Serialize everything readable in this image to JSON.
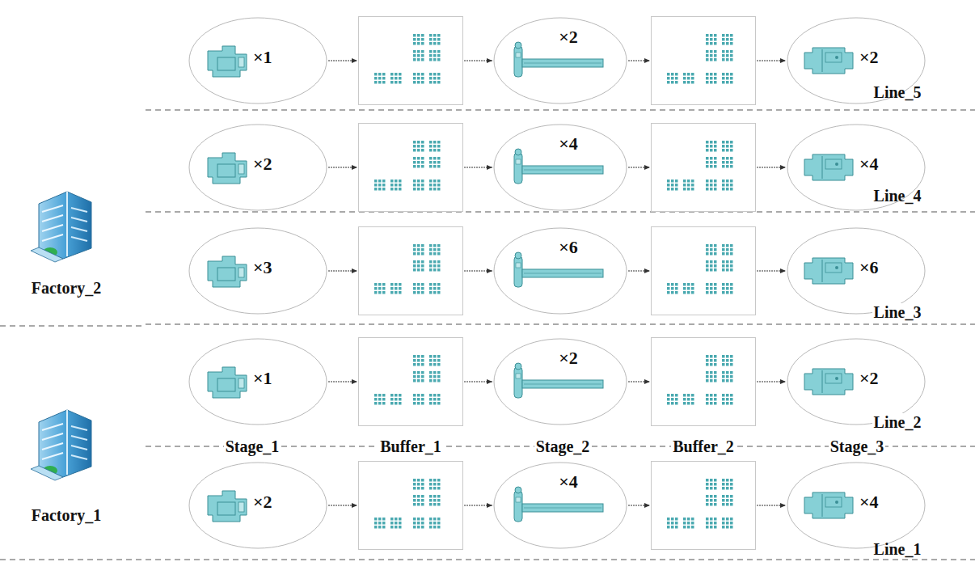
{
  "diagram": {
    "nodes": [
      {
        "text": [
          "×1"
        ]
      },
      {
        "text": []
      },
      {
        "text": [
          "×2"
        ]
      },
      {
        "text": []
      },
      {
        "text": [
          "×2"
        ]
      },
      {
        "text": [
          "×2"
        ]
      },
      {
        "text": []
      },
      {
        "text": [
          "×4"
        ]
      },
      {
        "text": []
      },
      {
        "text": [
          "×4"
        ]
      },
      {
        "text": [
          "×3"
        ]
      },
      {
        "text": []
      },
      {
        "text": [
          "×6"
        ]
      },
      {
        "text": []
      },
      {
        "text": [
          "×6"
        ]
      },
      {
        "text": [
          "×1"
        ]
      },
      {
        "text": []
      },
      {
        "text": [
          "×2"
        ]
      },
      {
        "text": []
      },
      {
        "text": [
          "×2"
        ]
      },
      {
        "text": [
          "×2"
        ]
      },
      {
        "text": []
      },
      {
        "text": [
          "×4"
        ]
      },
      {
        "text": []
      },
      {
        "text": [
          "×4"
        ]
      }
    ],
    "edges": [
      {
        "from": 0,
        "to": 1,
        "arrow": "to"
      },
      {
        "from": 1,
        "to": 2,
        "arrow": "to"
      },
      {
        "from": 2,
        "to": 3,
        "arrow": "to"
      },
      {
        "from": 3,
        "to": 4,
        "arrow": "to"
      },
      {
        "from": 5,
        "to": 6,
        "arrow": "to"
      },
      {
        "from": 6,
        "to": 7,
        "arrow": "to"
      },
      {
        "from": 7,
        "to": 8,
        "arrow": "to"
      },
      {
        "from": 8,
        "to": 9,
        "arrow": "to"
      },
      {
        "from": 10,
        "to": 11,
        "arrow": "to"
      },
      {
        "from": 11,
        "to": 12,
        "arrow": "to"
      },
      {
        "from": 12,
        "to": 13,
        "arrow": "to"
      },
      {
        "from": 13,
        "to": 14,
        "arrow": "to"
      },
      {
        "from": 15,
        "to": 16,
        "arrow": "to"
      },
      {
        "from": 16,
        "to": 17,
        "arrow": "to"
      },
      {
        "from": 17,
        "to": 18,
        "arrow": "to"
      },
      {
        "from": 18,
        "to": 19,
        "arrow": "to"
      },
      {
        "from": 20,
        "to": 21,
        "arrow": "to"
      },
      {
        "from": 21,
        "to": 22,
        "arrow": "to"
      },
      {
        "from": 22,
        "to": 23,
        "arrow": "to"
      },
      {
        "from": 23,
        "to": 24,
        "arrow": "to"
      }
    ],
    "labels": [
      "Line_5",
      "Line_4",
      "Line_3",
      "Factory_2",
      "Line_2",
      "Stage_1",
      "Buffer_1",
      "Stage_2",
      "Buffer_2",
      "Stage_3",
      "Factory_1",
      "Line_1"
    ]
  }
}
